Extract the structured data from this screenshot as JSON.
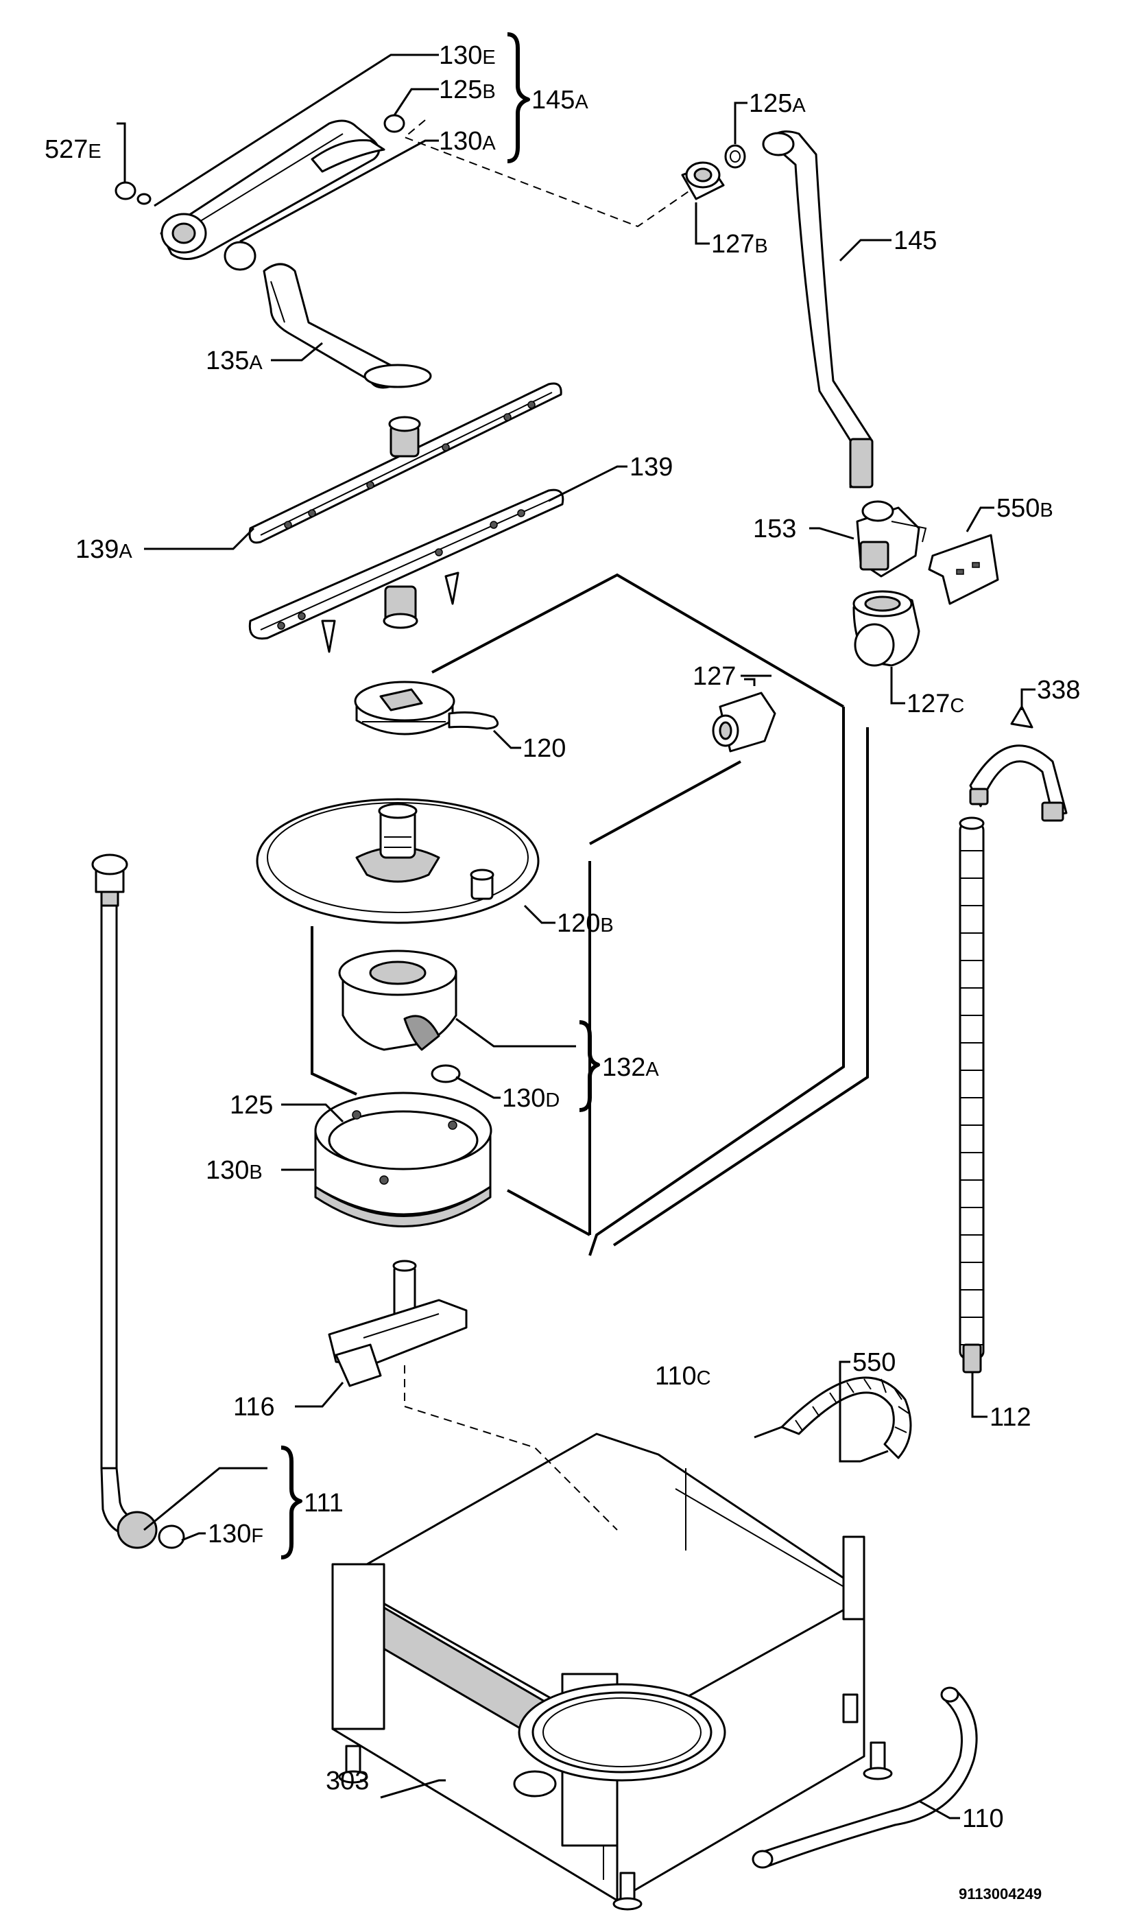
{
  "labels": {
    "p130e": {
      "num": "130",
      "suffix": "E"
    },
    "p125b": {
      "num": "125",
      "suffix": "B"
    },
    "p130a": {
      "num": "130",
      "suffix": "A"
    },
    "p145a": {
      "num": "145",
      "suffix": "A"
    },
    "p527e": {
      "num": "527",
      "suffix": "E"
    },
    "p125a": {
      "num": "125",
      "suffix": "A"
    },
    "p127b": {
      "num": "127",
      "suffix": "B"
    },
    "p145": {
      "num": "145",
      "suffix": ""
    },
    "p135a": {
      "num": "135",
      "suffix": "A"
    },
    "p139": {
      "num": "139",
      "suffix": ""
    },
    "p139a": {
      "num": "139",
      "suffix": "A"
    },
    "p153": {
      "num": "153",
      "suffix": ""
    },
    "p550b": {
      "num": "550",
      "suffix": "B"
    },
    "p127": {
      "num": "127",
      "suffix": ""
    },
    "p127c": {
      "num": "127",
      "suffix": "C"
    },
    "p120": {
      "num": "120",
      "suffix": ""
    },
    "p338": {
      "num": "338",
      "suffix": ""
    },
    "p120b": {
      "num": "120",
      "suffix": "B"
    },
    "p132a": {
      "num": "132",
      "suffix": "A"
    },
    "p130d": {
      "num": "130",
      "suffix": "D"
    },
    "p125": {
      "num": "125",
      "suffix": ""
    },
    "p130b": {
      "num": "130",
      "suffix": "B"
    },
    "p116": {
      "num": "116",
      "suffix": ""
    },
    "p110c": {
      "num": "110",
      "suffix": "C"
    },
    "p550": {
      "num": "550",
      "suffix": ""
    },
    "p112": {
      "num": "112",
      "suffix": ""
    },
    "p111": {
      "num": "111",
      "suffix": ""
    },
    "p130f": {
      "num": "130",
      "suffix": "F"
    },
    "p303": {
      "num": "303",
      "suffix": ""
    },
    "p110": {
      "num": "110",
      "suffix": ""
    }
  },
  "drawing_code": "9113004249"
}
